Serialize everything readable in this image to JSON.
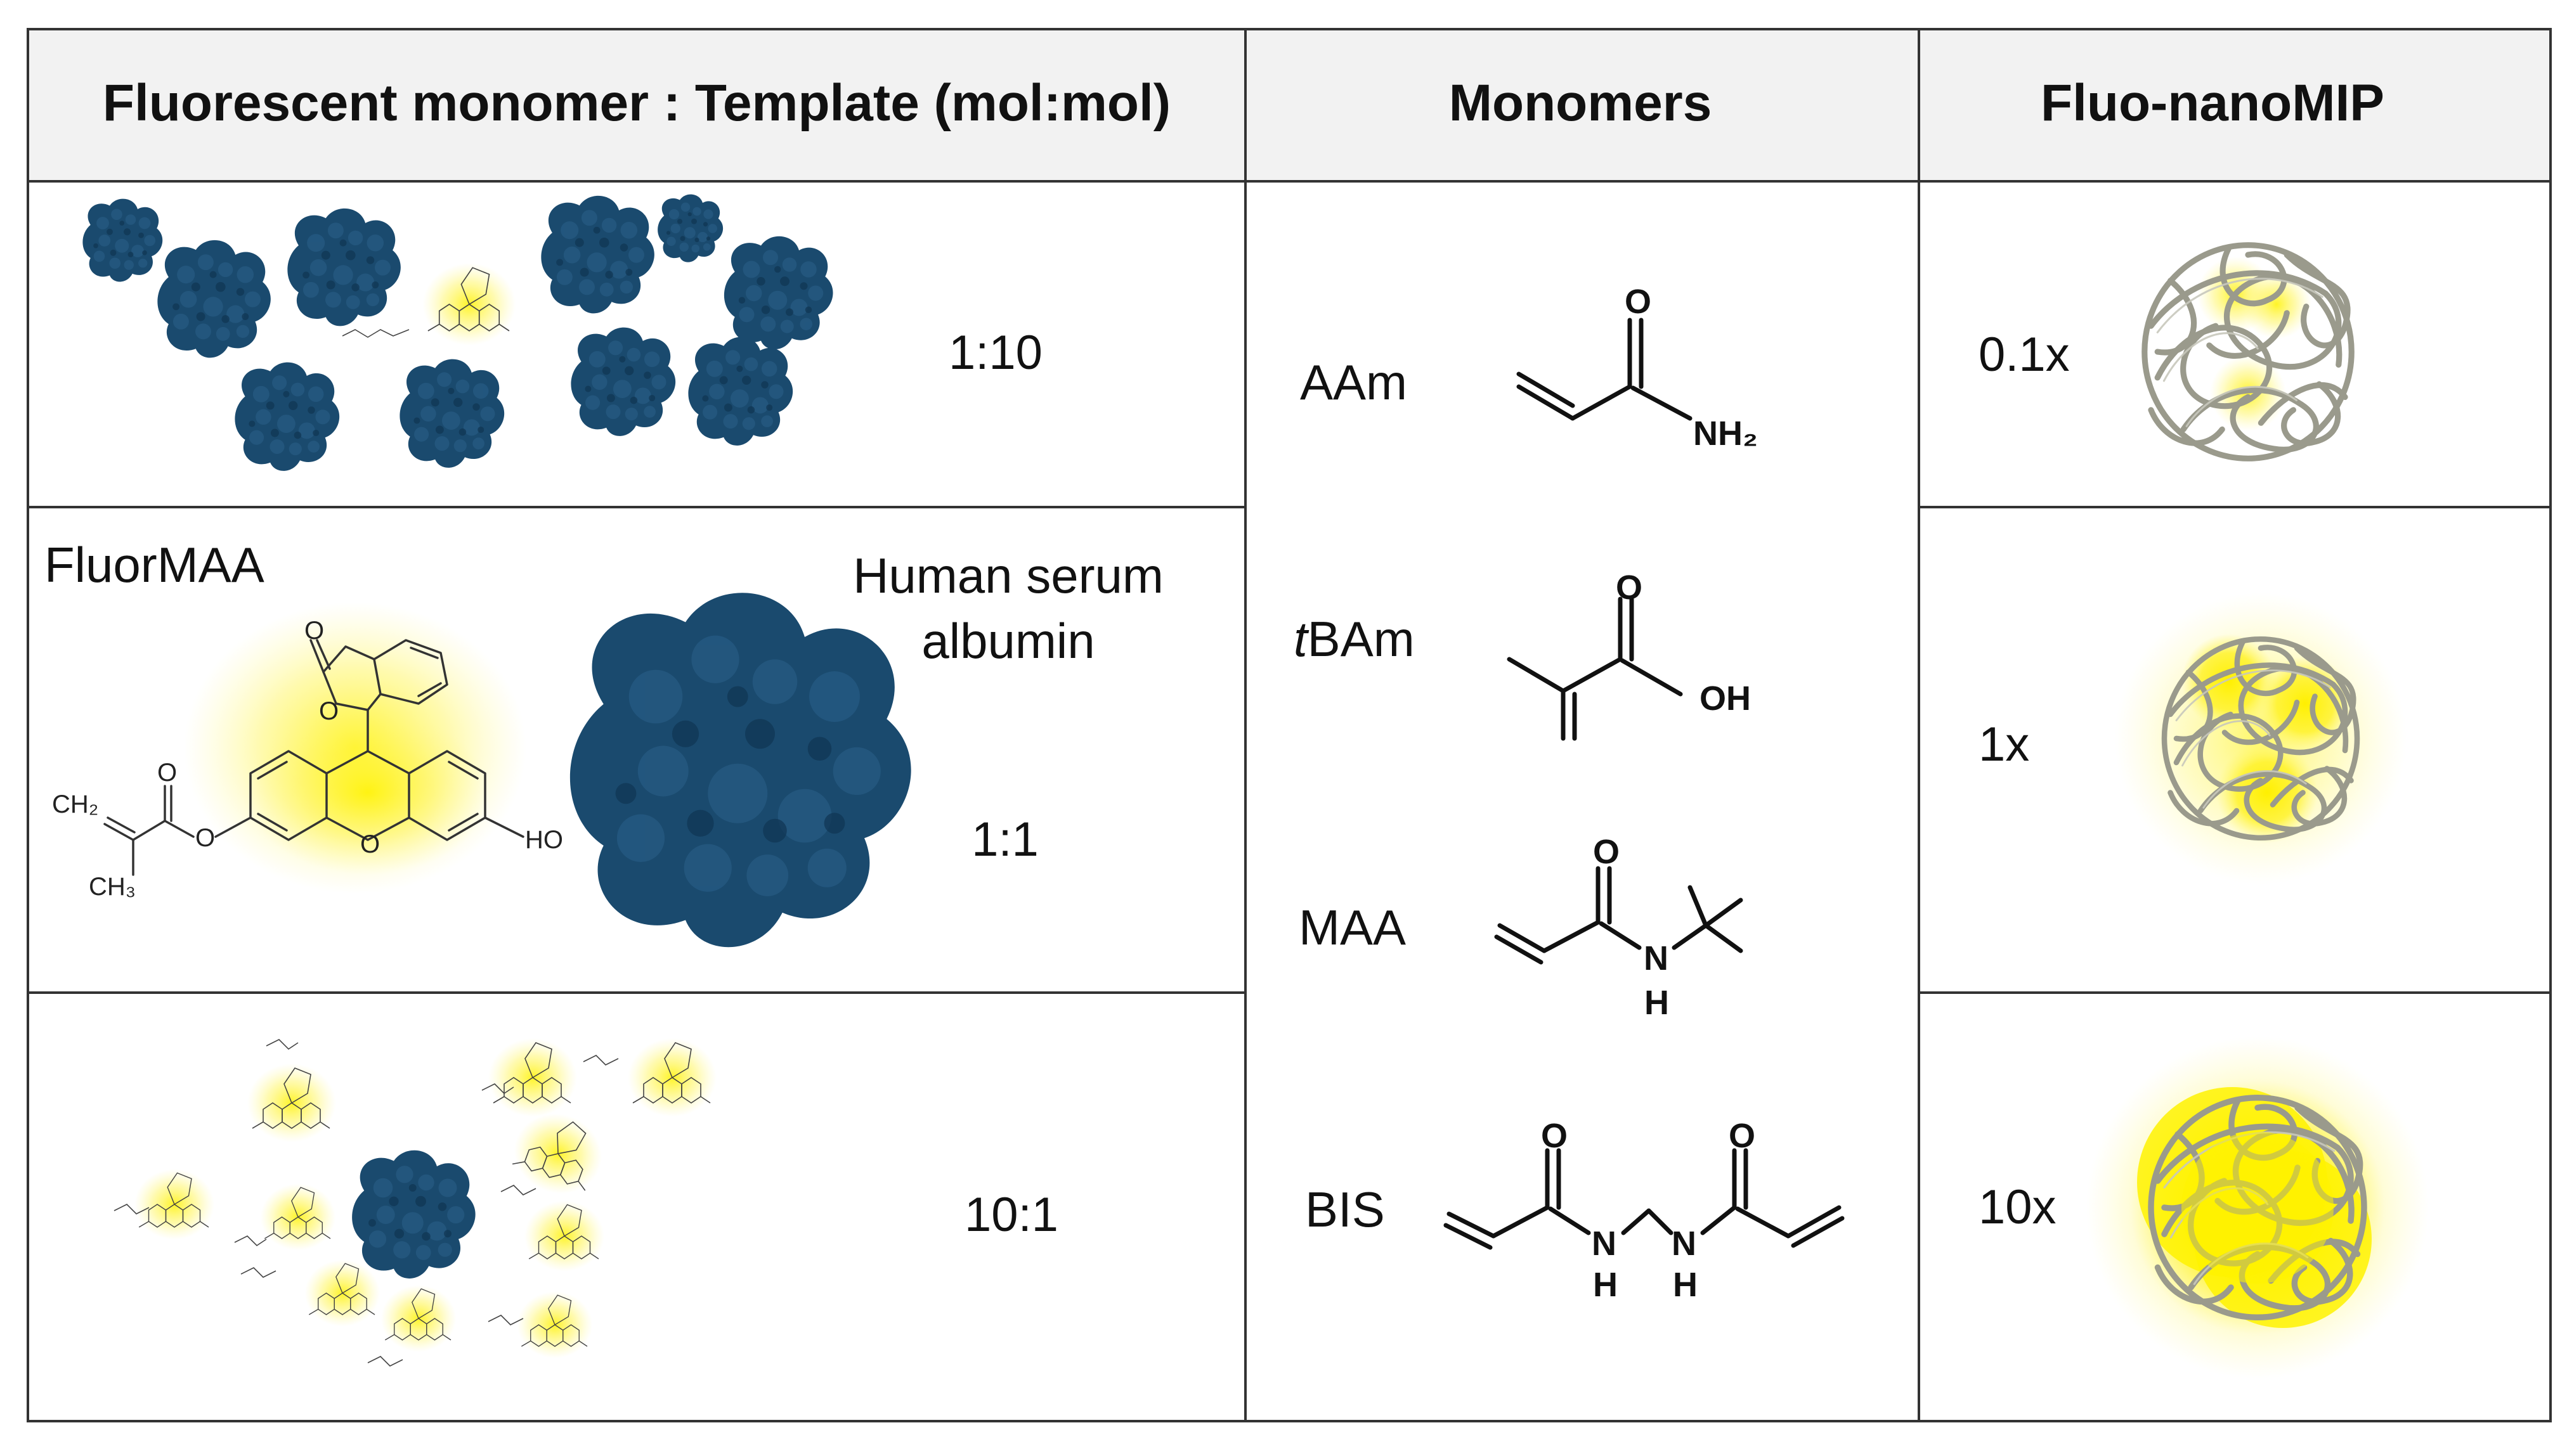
{
  "table": {
    "headers": {
      "ratio": "Fluorescent monomer : Template (mol:mol)",
      "monomers": "Monomers",
      "nanomip": "Fluo-nanoMIP"
    },
    "rows": [
      {
        "ratio": "1:10",
        "fold": "0.1x"
      },
      {
        "ratio": "1:1",
        "fold": "1x"
      },
      {
        "ratio": "10:1",
        "fold": "10x"
      }
    ]
  },
  "detail": {
    "fluorophore_name": "FluorMAA",
    "template_name_line1": "Human serum",
    "template_name_line2": "albumin",
    "fluor_groups": {
      "carbonyl_o": "O",
      "ring_o1": "O",
      "ring_o2": "O",
      "ester_o": "O",
      "ester_carbonyl_o": "O",
      "hydroxyl": "HO",
      "ch2": "CH₂",
      "ch3": "CH₃"
    }
  },
  "monomers": [
    {
      "name_prefix": "",
      "name_italic": "",
      "name": "AAm",
      "atoms": {
        "o": "O",
        "nh2": "NH₂"
      }
    },
    {
      "name_prefix": "",
      "name_italic": "t",
      "name": "BAm",
      "atoms": {
        "o": "O",
        "oh": "OH"
      }
    },
    {
      "name_prefix": "",
      "name_italic": "",
      "name": "MAA",
      "atoms": {
        "o": "O",
        "n": "N",
        "h": "H"
      }
    },
    {
      "name_prefix": "",
      "name_italic": "",
      "name": "BIS",
      "atoms": {
        "o1": "O",
        "o2": "O",
        "n1": "N",
        "h1": "H",
        "n2": "N",
        "h2": "H"
      }
    }
  ],
  "colors": {
    "header_bg": "#f2f2f2",
    "border": "#333333",
    "protein": "#1a4a6e",
    "protein_dark": "#103552",
    "glow": "#fff200",
    "coil": "#9a9a8c"
  },
  "icons": {
    "protein": "protein-surface-icon",
    "fluorophore": "fluorescein-molecule-icon",
    "nanomip": "polymer-coil-sphere-icon"
  }
}
